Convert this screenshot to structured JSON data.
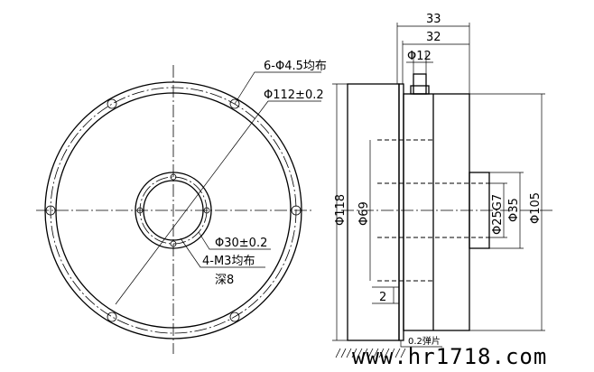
{
  "front_view": {
    "labels": {
      "bolt_holes": "6-Φ4.5均布",
      "pitch_circle": "Φ112±0.2",
      "bore": "Φ30±0.2",
      "threads": "4-M3均布",
      "depth": "深8"
    }
  },
  "side_view": {
    "labels": {
      "overall_width": "33",
      "body_width": "32",
      "connector_dia": "Φ12",
      "outer_dia": "Φ118",
      "inner_dia": "Φ69",
      "shaft_dia": "Φ25G7",
      "hub_dia": "Φ35",
      "body_dia": "Φ105",
      "step": "2",
      "gap_note": "0.2弹片"
    }
  },
  "watermark": "www.hr1718.com"
}
